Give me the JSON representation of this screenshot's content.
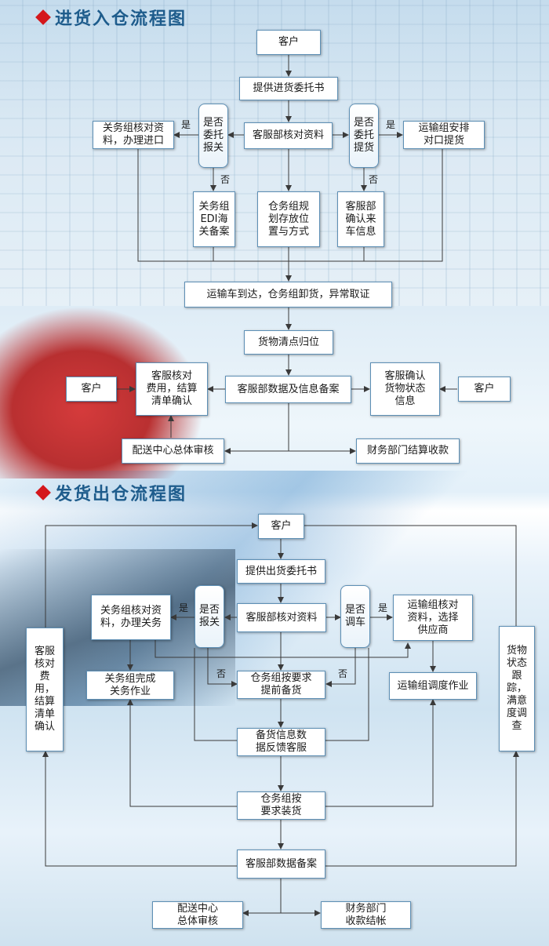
{
  "inbound": {
    "title": "进货入仓流程图",
    "customer_top": "客户",
    "provide_entrust": "提供进货委托书",
    "cs_check": "客服部核对资料",
    "q_customs": "是否\n委托\n报关",
    "q_pickup": "是否\n委托\n提货",
    "customs_import": "关务组核对资\n料，办理进口",
    "transport_pickup": "运输组安排\n对口提货",
    "customs_edi": "关务组\nEDI海\n关备案",
    "warehouse_plan": "仓务组规\n划存放位\n置与方式",
    "cs_confirm_vehicle": "客服部\n确认来\n车信息",
    "truck_arrive": "运输车到达，仓务组卸货，异常取证",
    "goods_count": "货物清点归位",
    "cs_record": "客服部数据及信息备案",
    "cs_fee_check": "客服核对\n费用，结算\n清单确认",
    "cs_goods_status": "客服确认\n货物状态\n信息",
    "customer_left": "客户",
    "customer_right": "客户",
    "dist_review": "配送中心总体审核",
    "finance": "财务部门结算收款",
    "yes1": "是",
    "yes2": "是",
    "no1": "否",
    "no2": "否"
  },
  "outbound": {
    "title": "发货出仓流程图",
    "customer_top": "客户",
    "provide_entrust": "提供出货委托书",
    "cs_check": "客服部核对资料",
    "q_customs": "是否\n报关",
    "q_dispatch": "是否\n调车",
    "customs_check": "关务组核对资\n料，办理关务",
    "transport_supplier": "运输组核对\n资料，选择\n供应商",
    "customs_done": "关务组完成\n关务作业",
    "warehouse_prepare": "仓务组按要求\n提前备货",
    "transport_dispatch": "运输组调度作业",
    "stock_feedback": "备货信息数\n据反馈客服",
    "warehouse_load": "仓务组按\n要求装货",
    "cs_record": "客服部数据备案",
    "cs_fee_side": "客服\n核对\n费用，\n结算\n清单\n确认",
    "goods_track": "货物\n状态\n跟踪，\n满意\n度调\n查",
    "dist_review": "配送中心\n总体审核",
    "finance": "财务部门\n收款结帐",
    "yes1": "是",
    "yes2": "是",
    "no1": "否",
    "no2": "否"
  },
  "colors": {
    "title": "#1e5c8c",
    "diamond": "#d4171c",
    "line": "#3a3a3a",
    "box_border": "#5d8fb5"
  }
}
